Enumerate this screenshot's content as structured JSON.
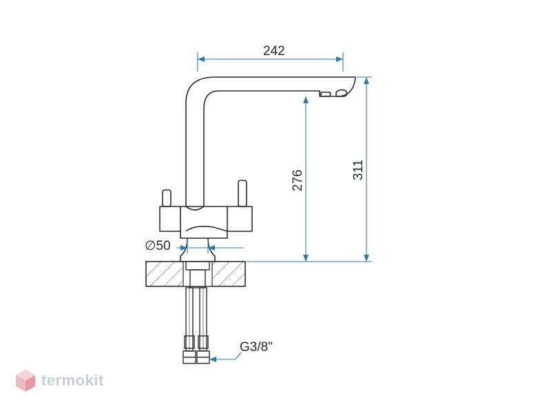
{
  "dimensions": {
    "spout_reach": "242",
    "spout_height": "276",
    "total_height": "311",
    "base_diameter": "∅50",
    "connection_thread": "G3/8\""
  },
  "watermark": {
    "text": "termokit"
  },
  "colors": {
    "outline": "#2a2a2a",
    "dimension_line": "#2b7aa8",
    "hatch": "#555555",
    "watermark_text": "#c9cdd2",
    "logo_fill": "#f2b8bd"
  }
}
